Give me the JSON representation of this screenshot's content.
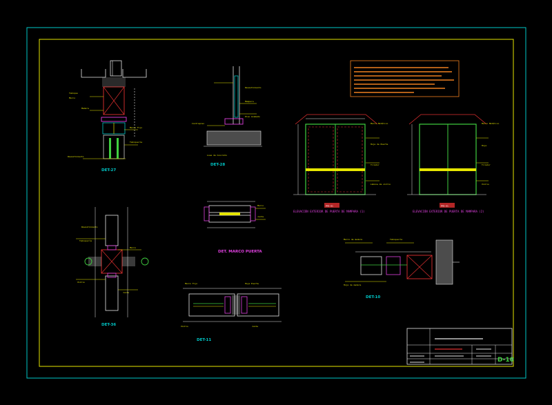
{
  "sheet": {
    "code": "D-10",
    "colors": {
      "background": "#000000",
      "outer_border": "#00c8c8",
      "inner_border": "#e6e600",
      "cyan": "#00c8c8",
      "magenta": "#e040e0",
      "red": "#e03030",
      "orange": "#f08020",
      "green": "#40d040",
      "yellow": "#e6e600",
      "white": "#e8e8e8"
    }
  },
  "details": {
    "det27": {
      "label": "DET-27"
    },
    "det28": {
      "label": "DET-28"
    },
    "det36": {
      "label": "DET-36"
    },
    "det11": {
      "label": "DET-11"
    },
    "det10": {
      "label": "DET-10"
    },
    "marco": {
      "label": "DET. MARCO PUERTA"
    }
  },
  "elevations": {
    "elev1": {
      "tag": "PM5-01",
      "caption": "ELEVACIÓN EXTERIOR DE PUERTA DE MAMPARA (1)"
    },
    "elev2": {
      "tag": "PM5-01",
      "caption": "ELEVACIÓN EXTERIOR DE PUERTA DE MAMPARA (2)"
    }
  }
}
